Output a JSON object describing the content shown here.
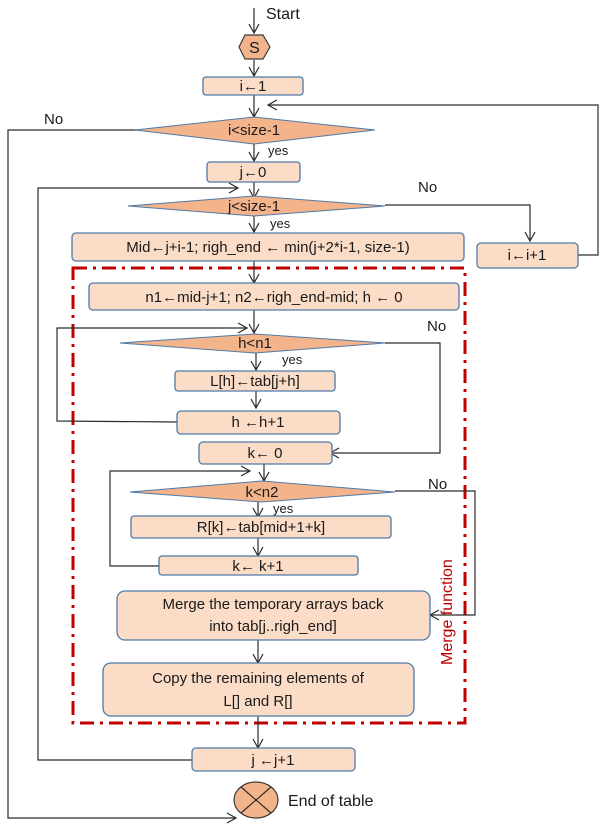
{
  "diagram": {
    "start_label": "Start",
    "start_symbol": "S",
    "end_label": "End of table",
    "merge_frame_label": "Merge function",
    "colors": {
      "process_fill": "#fbdcc6",
      "decision_fill": "#f4b48b",
      "frame": "#c00000",
      "border": "#4f7aa8"
    },
    "nodes": {
      "init_i": "i←1",
      "cond_i": "i<size-1",
      "init_j": "j←0",
      "cond_j": "j<size-1",
      "mid_calc": "Mid←j+i-1; righ_end ← min(j+2*i-1, size-1)",
      "inc_i": "i←i+1",
      "n_calc": "n1←mid-j+1; n2←righ_end-mid;  h ← 0",
      "cond_h": "h<n1",
      "copy_l": "L[h]←tab[j+h]",
      "inc_h": "h ←h+1",
      "init_k": "k← 0",
      "cond_k": "k<n2",
      "copy_r": "R[k]←tab[mid+1+k]",
      "inc_k": "k← k+1",
      "merge_line1": "Merge the temporary arrays back",
      "merge_line2": "into tab[j..righ_end]",
      "copy_line1": "Copy the remaining elements of",
      "copy_line2": "L[] and R[]",
      "inc_j": "j ←j+1"
    },
    "edge_labels": {
      "yes": "yes",
      "no": "No"
    }
  }
}
